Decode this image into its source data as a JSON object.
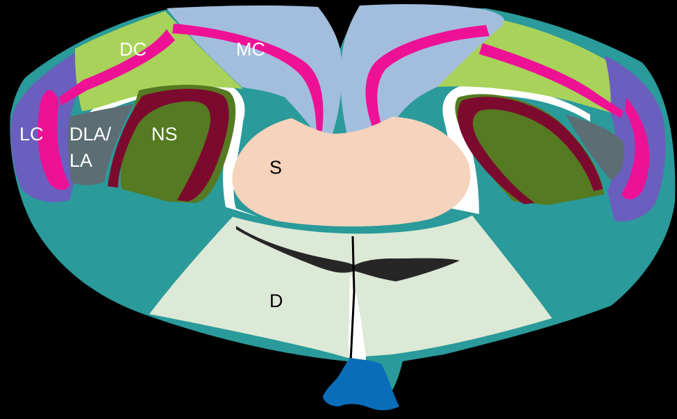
{
  "labels": {
    "dc": "DC",
    "mc": "MC",
    "lc": "LC",
    "dla_line1": "DLA/",
    "dla_line2": "LA",
    "ns": "NS",
    "s": "S",
    "d": "D"
  },
  "colors": {
    "background": "#000000",
    "outer": "#2A9A9A",
    "lateral_cortex": "#6A5FBE",
    "dorsal_cortex": "#A8D25A",
    "medial_cortex": "#A3BEDD",
    "cell_layer": "#EE1196",
    "dla_la": "#5C6E74",
    "nucleus_sphericus": "#557A22",
    "ns_layer": "#7C0A2E",
    "septum": "#F6D3BC",
    "diencephalon": "#DCE9D6",
    "fiber_tract": "#262626",
    "ventricle": "#FFFFFF",
    "ventral_structure": "#0A6DBA"
  }
}
